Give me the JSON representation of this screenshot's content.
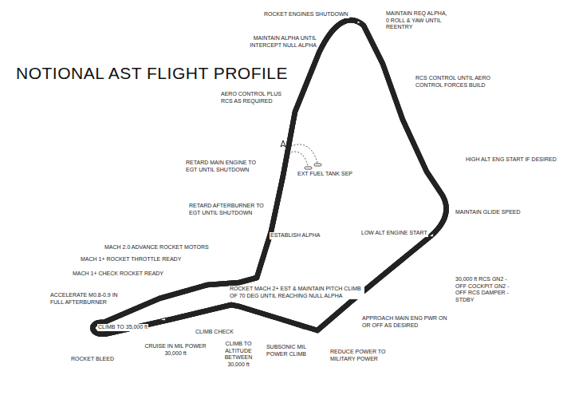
{
  "diagram": {
    "title": "NOTIONAL AST FLIGHT PROFILE",
    "labels": [
      "ROCKET ENGINES SHUTDOWN",
      "MAINTAIN REQ ALPHA, 0 ROLL & YAW UNTIL REENTRY",
      "MAINTAIN ALPHA UNTIL INTERCEPT NULL ALPHA",
      "RCS CONTROL UNTIL AERO CONTROL FORCES BUILD",
      "AERO CONTROL PLUS RCS AS REQUIRED",
      "RETARD MAIN ENGINE TO EGT UNTIL SHUTDOWN",
      "EXT FUEL TANK SEP",
      "HIGH ALT ENG START IF DESIRED",
      "RETARD AFTERBURNER TO EGT UNTIL SHUTDOWN",
      "MAINTAIN GLIDE SPEED",
      "ESTABLISH ALPHA",
      "LOW ALT ENGINE START",
      "MACH 2.0 ADVANCE ROCKET MOTORS",
      "MACH 1+ ROCKET THROTTLE READY",
      "MACH 1+ CHECK ROCKET READY",
      "ROCKET MACH 2+ EST & MAINTAIN PITCH CLIMB OF 70 DEG UNTIL REACHING NULL ALPHA",
      "30,000 ft RCS GN2 - OFF COCKPIT GN2 - OFF RCS DAMPER - STDBY",
      "ACCELERATE M0.8-0.9 IN FULL AFTERBURNER",
      "CLIMB TO 35,000 ft",
      "CLIMB CHECK",
      "CRUISE IN MIL POWER 30,000 ft",
      "CLIMB TO ALTITUDE BETWEEN 30,000 ft",
      "SUBSONIC MIL POWER CLIMB",
      "REDUCE POWER TO MILITARY POWER",
      "APPROACH MAIN ENG PWR ON OR OFF AS DESIRED",
      "ROCKET BLEED"
    ]
  }
}
